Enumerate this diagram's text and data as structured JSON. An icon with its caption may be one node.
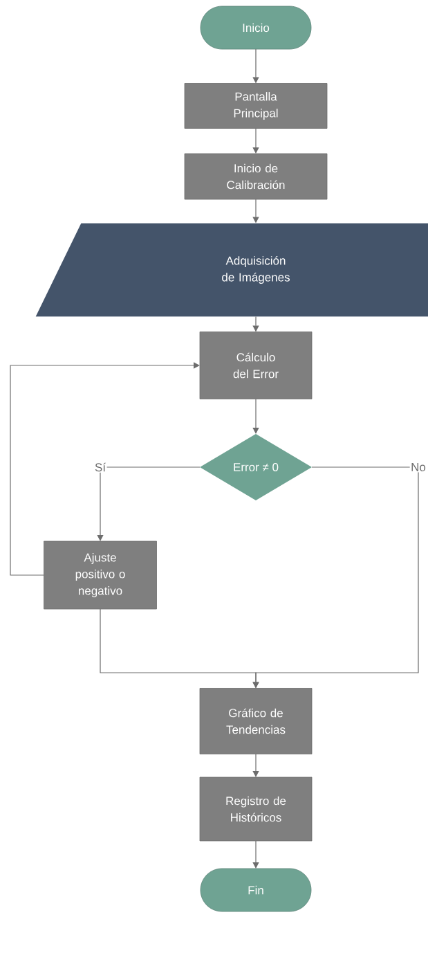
{
  "diagram": {
    "nodes": [
      {
        "text": [
          "Inicio"
        ]
      },
      {
        "text": [
          "Pantalla Principal"
        ]
      },
      {
        "text": [
          "Inicio de Calibración"
        ]
      },
      {
        "text": [
          "Adquisición de Imágenes"
        ]
      },
      {
        "text": [
          "Cálculo del Error"
        ]
      },
      {
        "text": [
          "Error ≠ 0"
        ]
      },
      {
        "text": [
          "Ajuste positivo o negativo"
        ]
      },
      {
        "text": [
          "Gráfico de Tendencias"
        ]
      },
      {
        "text": [
          "Registro de Históricos"
        ]
      },
      {
        "text": [
          "Fin"
        ]
      }
    ],
    "edges": [
      {
        "from": 0,
        "to": 1,
        "arrow": "to"
      },
      {
        "from": 1,
        "to": 2,
        "arrow": "to"
      },
      {
        "from": 2,
        "to": 3,
        "arrow": "to"
      },
      {
        "from": 3,
        "to": 4,
        "arrow": "to"
      },
      {
        "from": 4,
        "to": 5,
        "arrow": "to"
      },
      {
        "from": 5,
        "to": 6,
        "arrow": "to",
        "label": "Sí"
      },
      {
        "from": 5,
        "to": 7,
        "arrow": "to",
        "label": "No"
      },
      {
        "from": 6,
        "to": 4,
        "arrow": "to"
      },
      {
        "from": 6,
        "to": 7,
        "arrow": "to"
      },
      {
        "from": 7,
        "to": 8,
        "arrow": "to"
      },
      {
        "from": 8,
        "to": 9,
        "arrow": "to"
      }
    ]
  }
}
